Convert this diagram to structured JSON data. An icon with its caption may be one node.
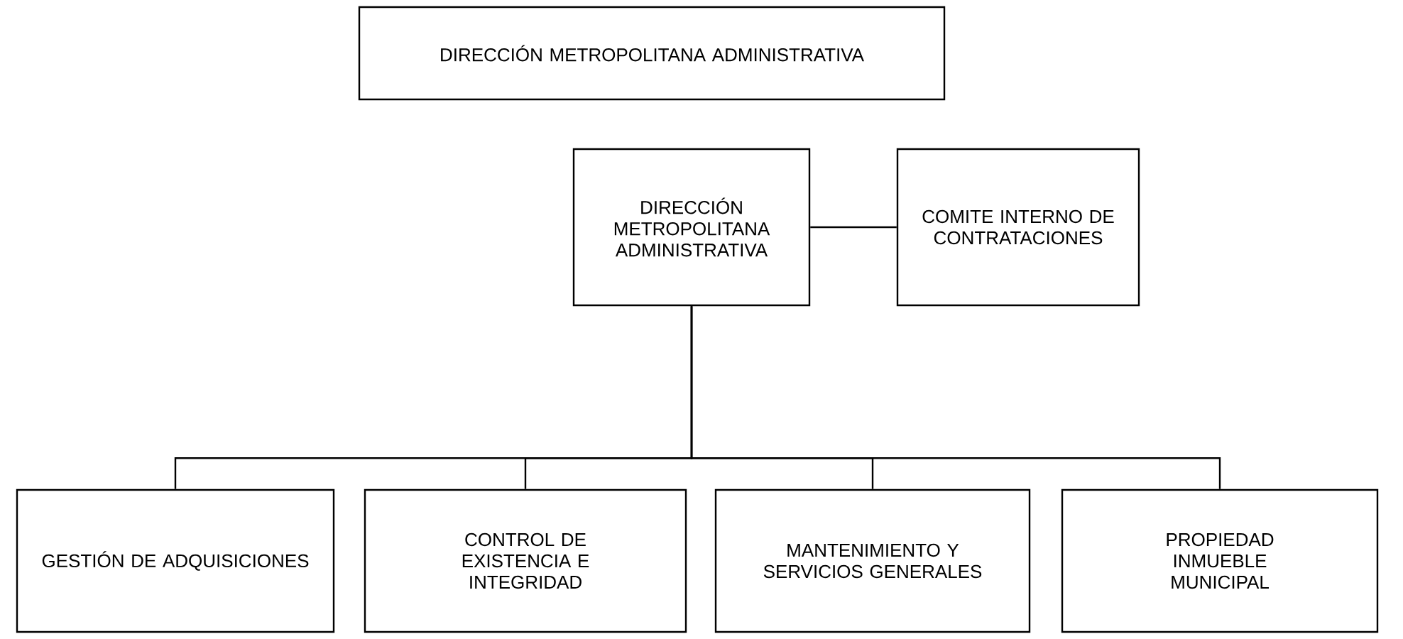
{
  "diagram": {
    "nodes": [
      {
        "text": [
          "DIRECCIÓN METROPOLITANA ADMINISTRATIVA"
        ]
      },
      {
        "text": [
          "DIRECCIÓN METROPOLITANA ADMINISTRATIVA"
        ]
      },
      {
        "text": [
          "COMITE INTERNO DE CONTRATACIONES"
        ]
      },
      {
        "text": [
          "GESTIÓN DE ADQUISICIONES"
        ]
      },
      {
        "text": [
          "CONTROL DE EXISTENCIA E INTEGRIDAD"
        ]
      },
      {
        "text": [
          "MANTENIMIENTO Y SERVICIOS GENERALES"
        ]
      },
      {
        "text": [
          "PROPIEDAD INMUEBLE MUNICIPAL"
        ]
      }
    ],
    "edges": [
      {
        "from": 1,
        "to": 2,
        "arrow": "none"
      },
      {
        "from": 1,
        "to": 3,
        "arrow": "none"
      },
      {
        "from": 1,
        "to": 4,
        "arrow": "none"
      },
      {
        "from": 1,
        "to": 5,
        "arrow": "none"
      },
      {
        "from": 1,
        "to": 6,
        "arrow": "none"
      }
    ]
  }
}
